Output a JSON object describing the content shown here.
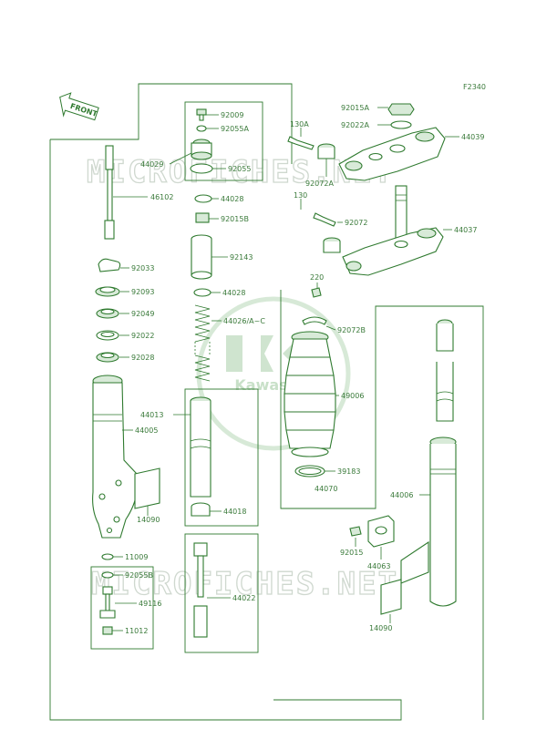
{
  "figure_code": "F2340",
  "front_arrow_label": "FRONT",
  "watermarks": [
    "MICROFICHES.NET",
    "MICROFICHES.NET"
  ],
  "logo_text": "Kawasaki",
  "part_labels": {
    "p92009": "92009",
    "p92055A": "92055A",
    "p44029": "44029",
    "p92055": "92055",
    "p46102": "46102",
    "p44028a": "44028",
    "p92015B": "92015B",
    "p92143": "92143",
    "p92033": "92033",
    "p44028b": "44028",
    "p92093": "92093",
    "p44026": "44026/A~C",
    "p92049": "92049",
    "p92022": "92022",
    "p92028": "92028",
    "p44013": "44013",
    "p44005": "44005",
    "p14090a": "14090",
    "p44018": "44018",
    "p11009": "11009",
    "p92055B": "92055B",
    "p44022": "44022",
    "p49116": "49116",
    "p11012": "11012",
    "p92015A": "92015A",
    "p92022A": "92022A",
    "p44039": "44039",
    "p130A": "130A",
    "p92072A": "92072A",
    "p130": "130",
    "p92072": "92072",
    "p44037": "44037",
    "p220": "220",
    "p92072B": "92072B",
    "p49006": "49006",
    "p39183": "39183",
    "p44070": "44070",
    "p44006": "44006",
    "p92015": "92015",
    "p44063": "44063",
    "p14090b": "14090"
  }
}
